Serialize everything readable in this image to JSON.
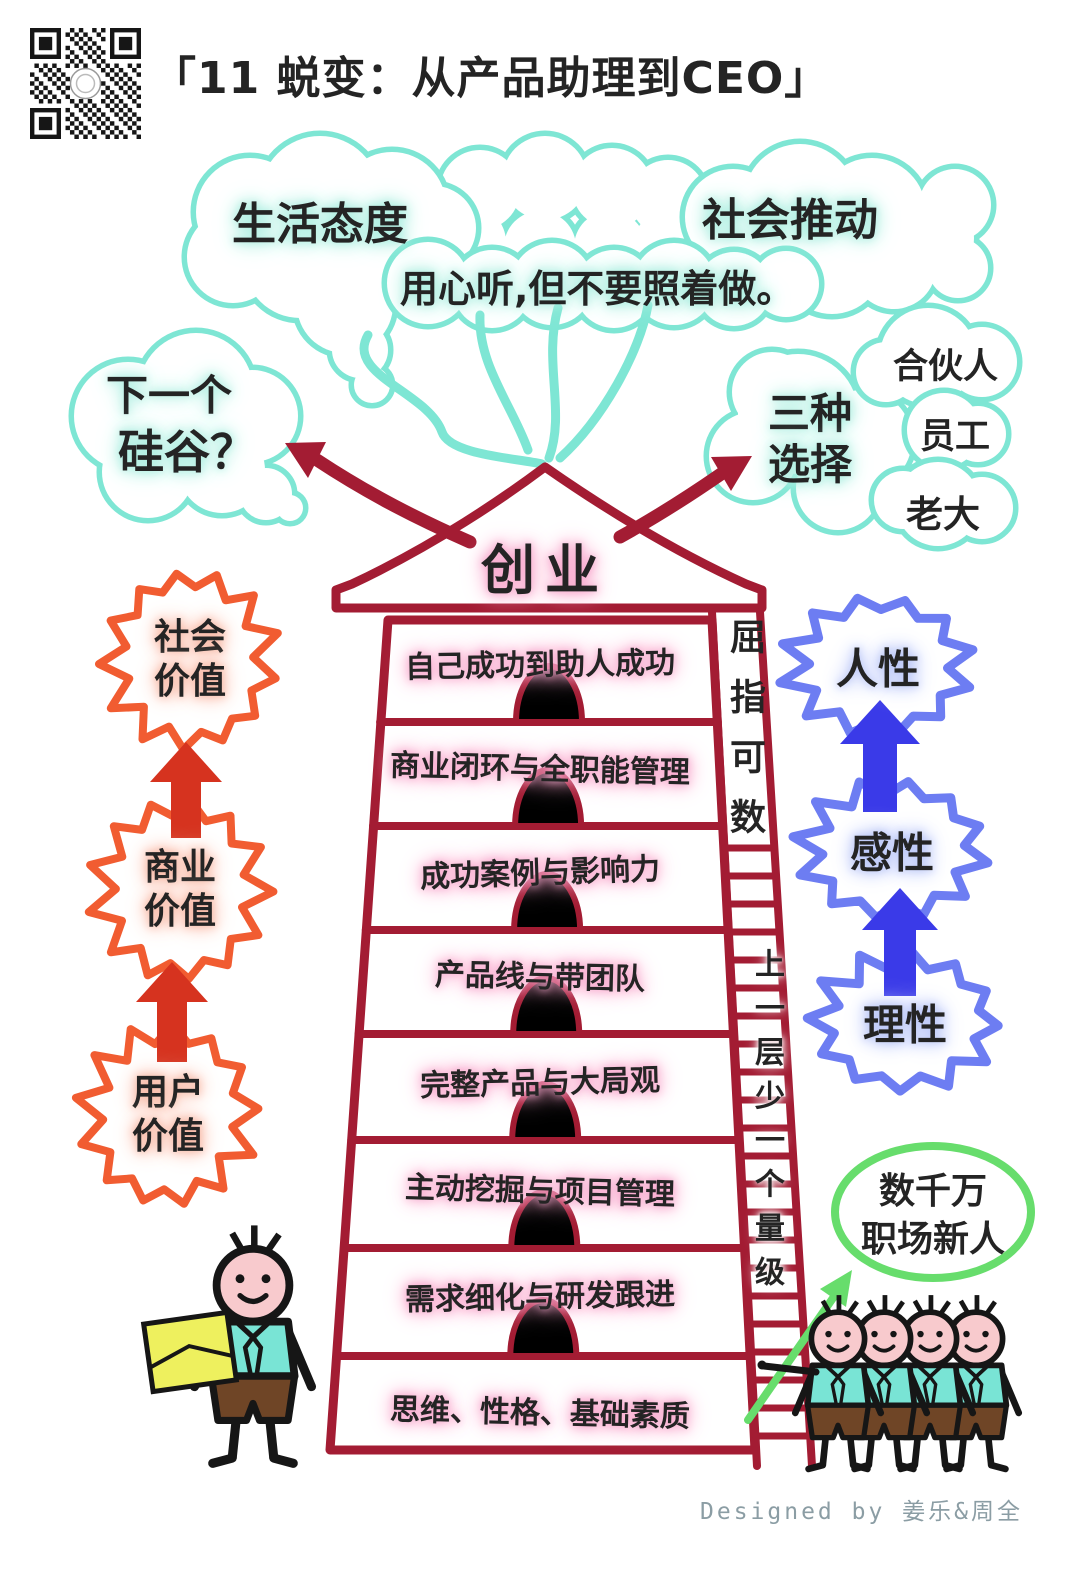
{
  "page": {
    "title": "「11 蜕变：从产品助理到CEO」",
    "footer": "Designed by 姜乐&周全"
  },
  "clouds": {
    "life_attitude": "生活态度",
    "social_push": "社会推动",
    "listen_note": "用心听,但不要照着做。",
    "next_sv_line1": "下一个",
    "next_sv_line2": "硅谷？",
    "three_choices": "三种选择",
    "choices": [
      "合伙人",
      "员工",
      "老大"
    ]
  },
  "tower": {
    "roof_label": "创业",
    "levels": [
      "自己成功到助人成功",
      "商业闭环与全职能管理",
      "成功案例与影响力",
      "产品线与带团队",
      "完整产品与大局观",
      "主动挖掘与项目管理",
      "需求细化与研发跟进",
      "思维、性格、基础素质"
    ],
    "scarcity_note": "屈指可数",
    "ladder_note": "上一层少一个量级"
  },
  "value_chain": {
    "top": "社会价值",
    "middle": "商业价值",
    "bottom": "用户价值"
  },
  "mind_chain": {
    "top": "人性",
    "middle": "感性",
    "bottom": "理性"
  },
  "newcomers": {
    "line1": "数千万",
    "line2": "职场新人"
  },
  "colors": {
    "teal": "#7ee6d4",
    "crimson": "#a31c33",
    "red": "#d6331f",
    "orange": "#f15c31",
    "blue": "#6d7df2",
    "deepblue": "#3a3ae8",
    "green": "#67dd6c",
    "pink": "#f782ba",
    "skin": "#f8cacd",
    "shirt": "#79e4d5",
    "shorts": "#6f4526",
    "folder": "#eef05e"
  }
}
